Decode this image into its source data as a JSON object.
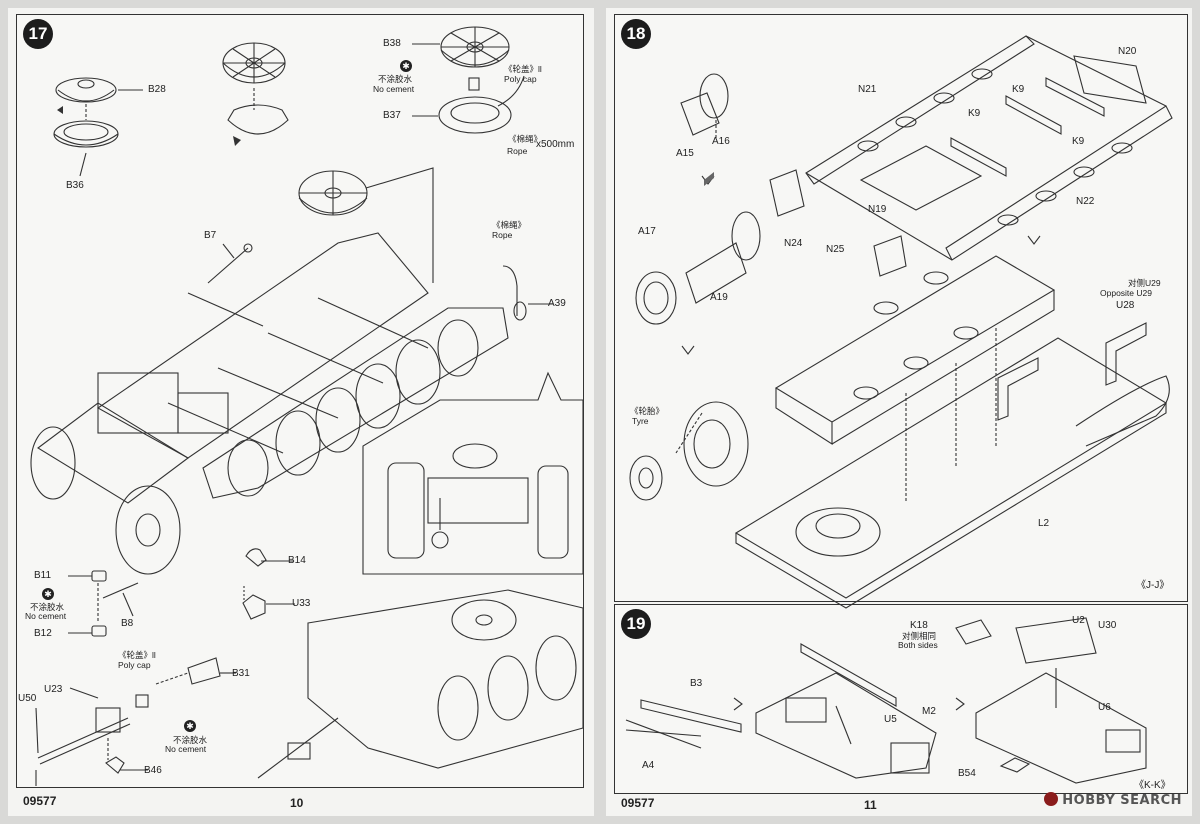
{
  "left_page": {
    "step": "17",
    "page_number": "10",
    "kit_number": "09577",
    "labels": {
      "b28": "B28",
      "b36": "B36",
      "b38": "B38",
      "b37": "B37",
      "b7": "B7",
      "poly_cap_cn": "《轮盖》ll",
      "poly_cap": "Poly cap",
      "no_cement_cn": "不涂胶水",
      "no_cement": "No cement",
      "rope_cn_top": "《棉绳》",
      "rope_top": "Rope",
      "rope_len": "x500mm",
      "rope_cn_mid": "《棉绳》",
      "rope_mid": "Rope",
      "a39": "A39",
      "b14": "B14",
      "b11": "B11",
      "b8": "B8",
      "b12": "B12",
      "u33": "U33",
      "no_cement_cn2": "不涂胶水",
      "no_cement2": "No cement",
      "poly_cap_cn2": "《轮盖》ll",
      "poly_cap2": "Poly cap",
      "b31": "B31",
      "u23": "U23",
      "u50": "U50",
      "no_cement_cn3": "不涂胶水",
      "no_cement3": "No cement",
      "b46": "B46"
    }
  },
  "right_page": {
    "step18": "18",
    "step19": "19",
    "page_number": "11",
    "kit_number": "09577",
    "labels": {
      "n20": "N20",
      "n21": "N21",
      "k9a": "K9",
      "k9b": "K9",
      "k9c": "K9",
      "a15": "A15",
      "a16": "A16",
      "n19": "N19",
      "n22": "N22",
      "n24": "N24",
      "n25": "N25",
      "a17": "A17",
      "a19": "A19",
      "opp_cn": "对侧U29",
      "opp": "Opposite U29",
      "u28": "U28",
      "tyre_cn": "《轮胎》",
      "tyre": "Tyre",
      "l2": "L2",
      "view_jj": "《J-J》",
      "k18": "K18",
      "both_cn": "对侧相同",
      "both": "Both sides",
      "u2": "U2",
      "u30": "U30",
      "b3": "B3",
      "a4": "A4",
      "u5": "U5",
      "m2": "M2",
      "u6": "U6",
      "b54": "B54",
      "view_kk": "《K-K》"
    },
    "watermark": "HOBBY SEARCH"
  }
}
